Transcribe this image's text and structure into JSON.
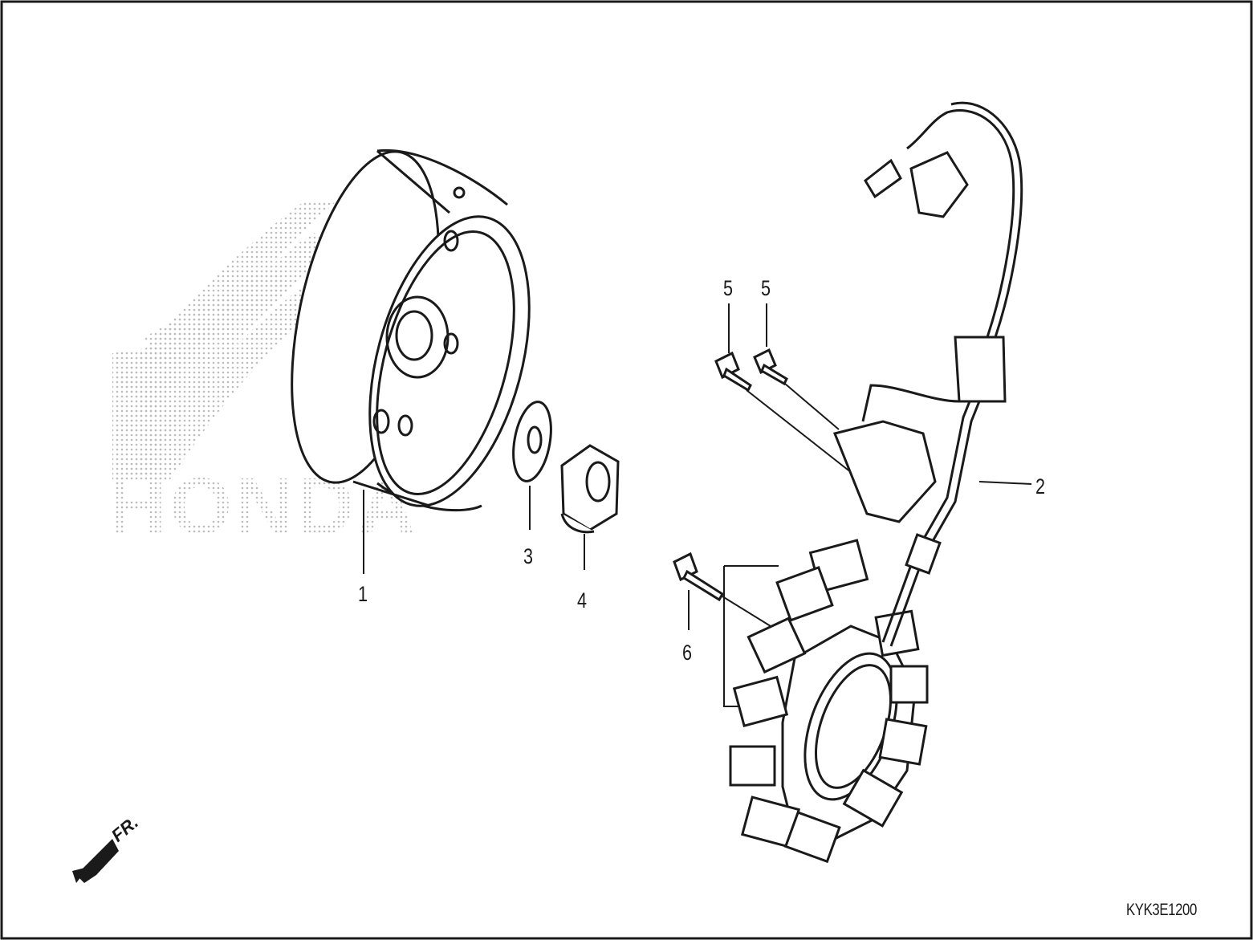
{
  "diagram": {
    "watermark_text": "HONDA",
    "direction_label": "FR.",
    "drawing_code": "KYK3E1200",
    "callouts": [
      {
        "id": "c1",
        "label": "1"
      },
      {
        "id": "c2",
        "label": "2"
      },
      {
        "id": "c3",
        "label": "3"
      },
      {
        "id": "c4",
        "label": "4"
      },
      {
        "id": "c5a",
        "label": "5"
      },
      {
        "id": "c5b",
        "label": "5"
      },
      {
        "id": "c6",
        "label": "6"
      }
    ],
    "colors": {
      "line": "#1a1a1a",
      "watermark": "#bdbdbd",
      "background": "#ffffff"
    }
  }
}
